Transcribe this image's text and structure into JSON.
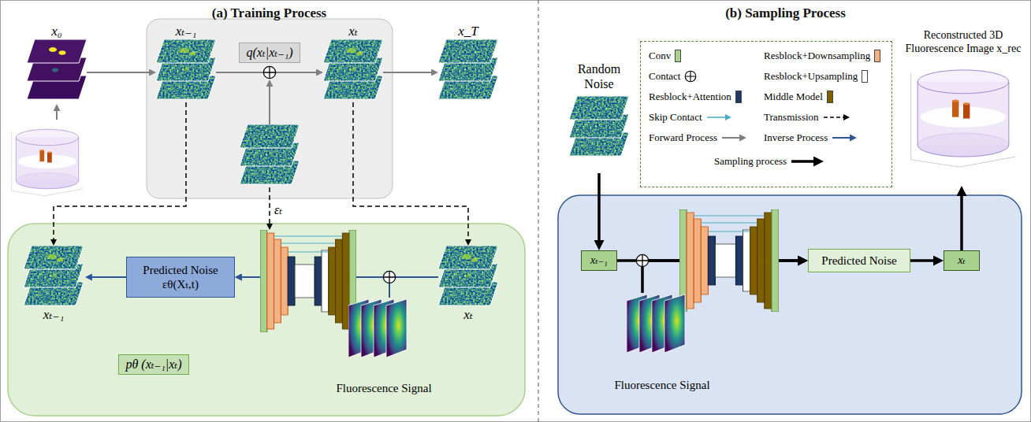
{
  "diagram": {
    "nodes": [
      {
        "text": [
          "(a) Training Process"
        ]
      },
      {
        "text": [
          "x₀"
        ],
        "in": 0
      },
      {
        "text": [
          "q(xₜ|xₜ₋₁)"
        ],
        "in": 0
      },
      {
        "text": [
          "xₜ₋₁"
        ],
        "in": 2
      },
      {
        "text": [
          "xₜ"
        ],
        "in": 2
      },
      {
        "text": [
          "x_T"
        ],
        "in": 0
      },
      {
        "text": [
          "pθ (xₜ₋₁|xₜ)"
        ],
        "in": 0
      },
      {
        "text": [
          "xₜ₋₁"
        ],
        "in": 6
      },
      {
        "text": [
          "Predicted Noise",
          "εθ(Xₜ,t)"
        ],
        "in": 6
      },
      {
        "text": [
          "xₜ"
        ],
        "in": 6
      },
      {
        "text": [
          "Fluorescence Signal"
        ],
        "in": 6
      },
      {
        "text": [
          "(b) Sampling Process"
        ]
      },
      {
        "text": [
          "Random Noise"
        ],
        "in": 11
      },
      {
        "text": [
          "xₜ₋₁"
        ],
        "in": 11
      },
      {
        "text": [
          "Predicted Noise"
        ],
        "in": 11
      },
      {
        "text": [
          "xₜ"
        ],
        "in": 11
      },
      {
        "text": [
          "Fluorescence Signal"
        ],
        "in": 11
      },
      {
        "text": [
          "Reconstructed 3D Fluorescence Image x_rec"
        ],
        "in": 11
      }
    ],
    "edges": [
      {
        "from": 1,
        "to": 3,
        "arrow": "to"
      },
      {
        "from": 3,
        "to": 4,
        "arrow": "to"
      },
      {
        "from": 4,
        "to": 5,
        "arrow": "to"
      },
      {
        "from": 3,
        "to": 7,
        "arrow": "to"
      },
      {
        "from": 4,
        "to": 9,
        "arrow": "to"
      },
      {
        "from": 9,
        "to": 8,
        "arrow": "to"
      },
      {
        "from": 10,
        "to": 8,
        "arrow": "to"
      },
      {
        "from": 8,
        "to": 7,
        "arrow": "to"
      },
      {
        "from": 12,
        "to": 13,
        "arrow": "to"
      },
      {
        "from": 13,
        "to": 14,
        "arrow": "to"
      },
      {
        "from": 16,
        "to": 14,
        "arrow": "to"
      },
      {
        "from": 14,
        "to": 15,
        "arrow": "to"
      },
      {
        "from": 15,
        "to": 17,
        "arrow": "to"
      }
    ],
    "labels": [
      "εₜ"
    ],
    "legend": [
      {
        "text": "Conv",
        "color": "#a9d18e"
      },
      {
        "text": "Resblock+Downsampling",
        "color": "#f4b183"
      },
      {
        "text": "Contact"
      },
      {
        "text": "Resblock+Upsampling",
        "color": "#ffffff"
      },
      {
        "text": "Resblock+Attention",
        "color": "#1f3864"
      },
      {
        "text": "Middle Model",
        "color": "#7f6000"
      },
      {
        "text": "Skip Contact"
      },
      {
        "text": "Transmission"
      },
      {
        "text": "Forward Process"
      },
      {
        "text": "Inverse Process"
      },
      {
        "text": "Sampling process"
      }
    ]
  }
}
